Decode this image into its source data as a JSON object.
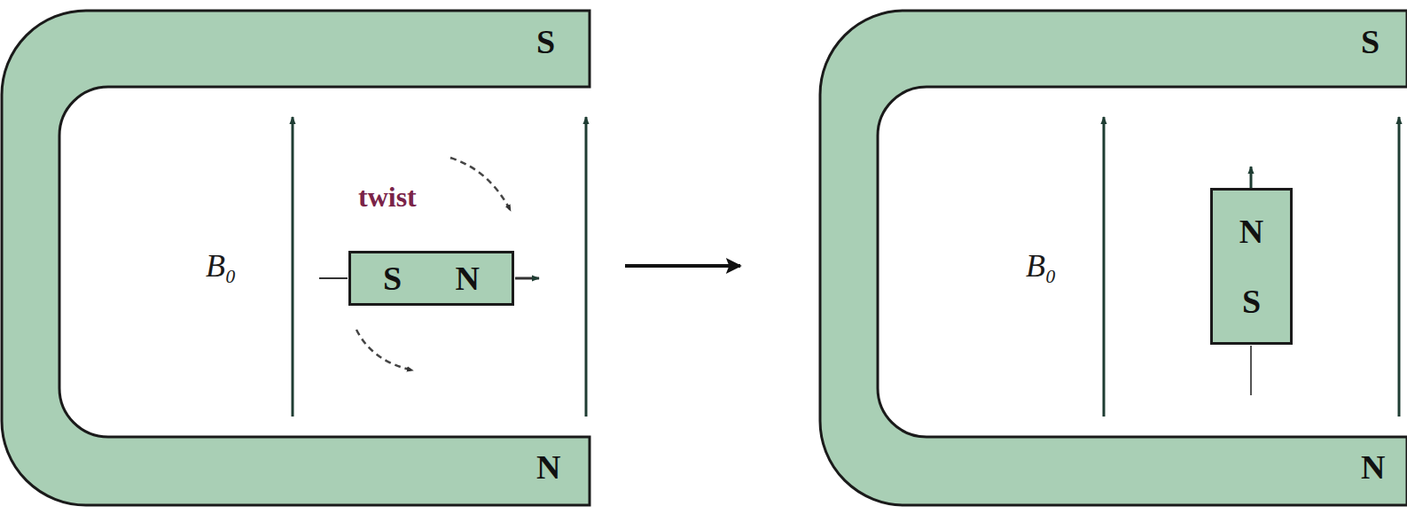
{
  "diagram": {
    "nodes": [
      {
        "text": [
          "S",
          "N"
        ]
      },
      {
        "text": [
          "S",
          "N"
        ]
      },
      {
        "text": [
          "S",
          "N"
        ]
      },
      {
        "text": [
          "N",
          "S"
        ]
      }
    ],
    "edges": [
      {
        "from": 0,
        "to": 2,
        "arrow": "to"
      }
    ],
    "labels": [
      "B₀",
      "twist",
      "B₀"
    ]
  }
}
